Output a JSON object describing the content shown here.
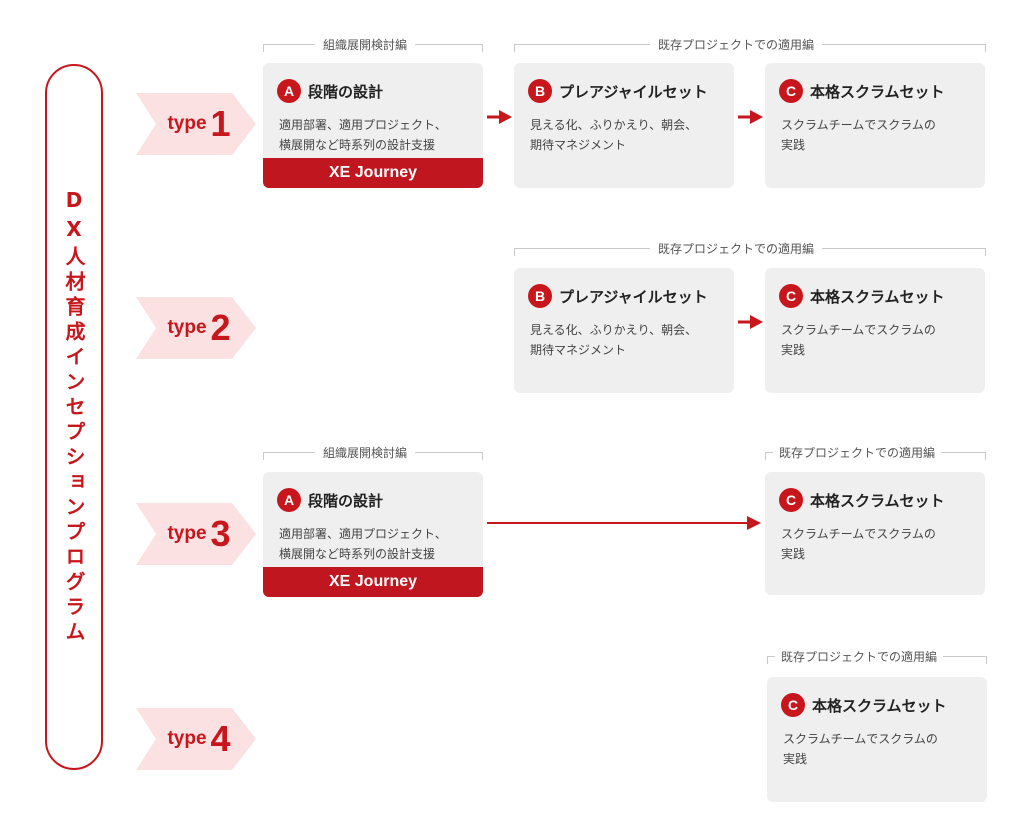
{
  "program_title": "DX人材育成インセプションプログラム",
  "types": [
    {
      "word": "type",
      "num": "1"
    },
    {
      "word": "type",
      "num": "2"
    },
    {
      "word": "type",
      "num": "3"
    },
    {
      "word": "type",
      "num": "4"
    }
  ],
  "sections": {
    "org": "組織展開検討編",
    "existing": "既存プロジェクトでの適用編"
  },
  "cards": {
    "A": {
      "badge": "A",
      "title": "段階の設計",
      "desc": "適用部署、適用プロジェクト、\n横展開など時系列の設計支援",
      "footer": "XE Journey"
    },
    "B": {
      "badge": "B",
      "title": "プレアジャイルセット",
      "desc": "見える化、ふりかえり、朝会、\n期待マネジメント"
    },
    "C": {
      "badge": "C",
      "title": "本格スクラムセット",
      "desc": "スクラムチームでスクラムの\n実践"
    }
  },
  "colors": {
    "accent": "#c8161d",
    "tag_fill": "#fbe1e1",
    "card_bg": "#efefef",
    "bracket": "#c9c9c9"
  }
}
